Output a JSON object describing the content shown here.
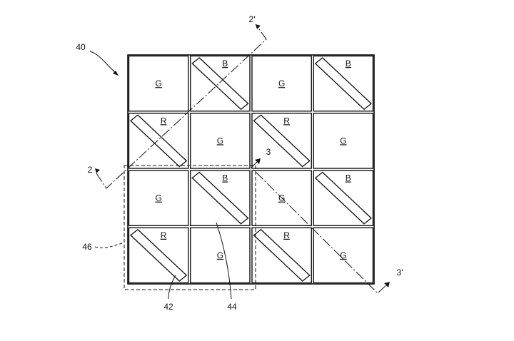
{
  "figure": {
    "reference_numerals": {
      "array": "40",
      "unit": "46",
      "strip_r": "42",
      "strip_b": "44"
    },
    "section_marks": {
      "sec2_start": "2",
      "sec2_end": "2'",
      "sec3_start": "3",
      "sec3_end": "3'"
    },
    "grid": [
      [
        "G",
        "B",
        "G",
        "B"
      ],
      [
        "R",
        "G",
        "R",
        "G"
      ],
      [
        "G",
        "B",
        "G",
        "B"
      ],
      [
        "R",
        "G",
        "R",
        "G"
      ]
    ],
    "colors": {
      "ink": "#111111",
      "background": "#ffffff"
    }
  }
}
